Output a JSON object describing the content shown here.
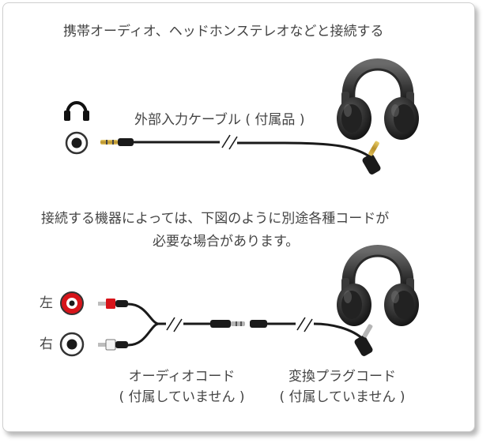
{
  "header": {
    "text": "携帯オーディオ、ヘッドホンステレオなどと接続する"
  },
  "section1": {
    "cable_label": "外部入力ケーブル ( 付属品 )",
    "icons": [
      "headphone-jack-icon",
      "stereo-mini-jack-icon",
      "headphones-icon",
      "stereo-mini-plug-icon"
    ]
  },
  "section2": {
    "note_line1": "接続する機器によっては、下図のように別途各種コードが",
    "note_line2": "必要な場合があります。",
    "jack_left_label": "左",
    "jack_right_label": "右",
    "audio_cord_label": "オーディオコード",
    "audio_cord_note": "( 付属していません )",
    "adapter_cord_label": "変換プラグコード",
    "adapter_cord_note": "( 付属していません )",
    "icons": [
      "rca-jack-red-icon",
      "rca-jack-white-icon",
      "rca-plug-icon",
      "headphones-icon",
      "angled-plug-icon"
    ]
  },
  "colors": {
    "text": "#444444",
    "rca_red": "#d7141a",
    "cable": "#1a1a1a",
    "plug_gold": "#c9a53a",
    "border": "#cfcfcf"
  }
}
